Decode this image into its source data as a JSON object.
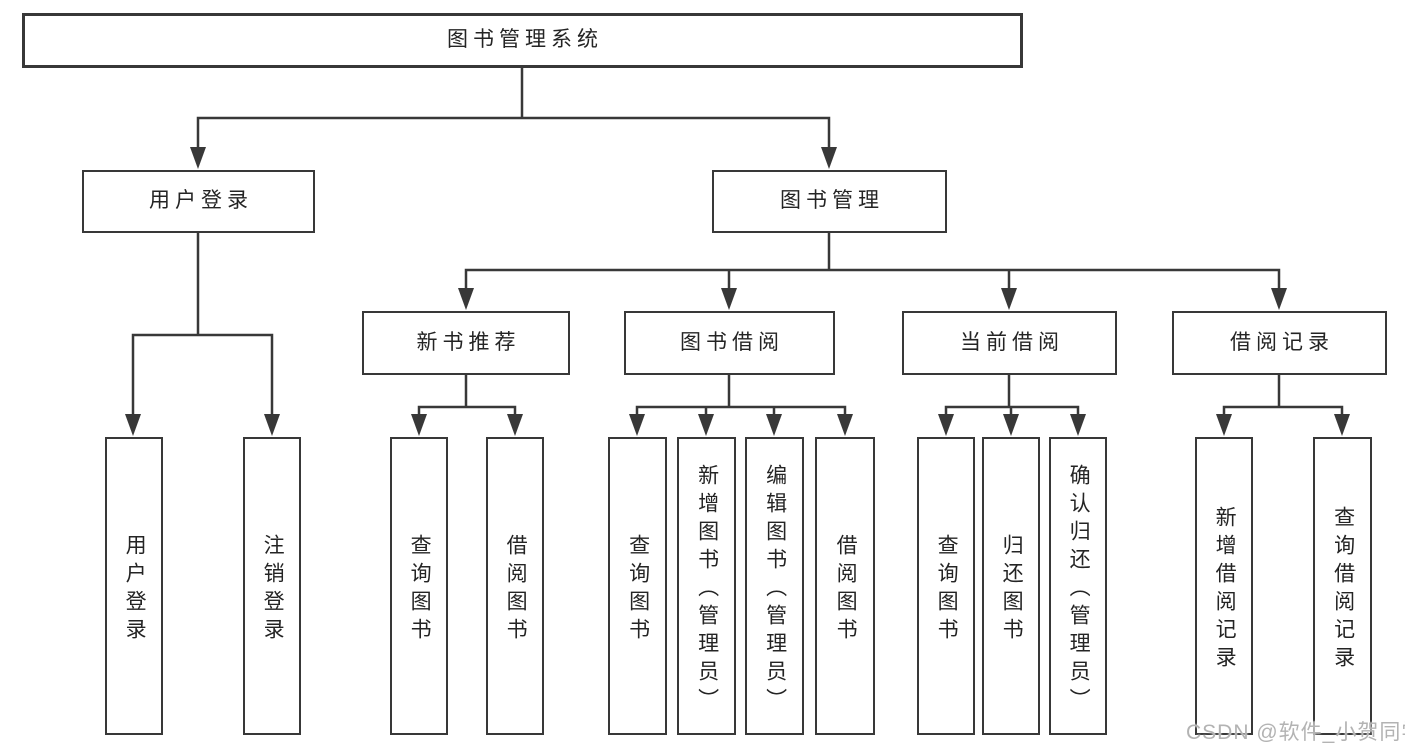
{
  "diagram": {
    "root": {
      "label": "图书管理系统"
    },
    "branches": [
      {
        "label": "用户登录",
        "children": [
          "用户登录",
          "注销登录"
        ]
      },
      {
        "label": "图书管理",
        "sections": [
          {
            "label": "新书推荐",
            "children": [
              "查询图书",
              "借阅图书"
            ]
          },
          {
            "label": "图书借阅",
            "children": [
              "查询图书",
              "新增图书（管理员）",
              "编辑图书（管理员）",
              "借阅图书"
            ]
          },
          {
            "label": "当前借阅",
            "children": [
              "查询图书",
              "归还图书",
              "确认归还（管理员）"
            ]
          },
          {
            "label": "借阅记录",
            "children": [
              "新增借阅记录",
              "查询借阅记录"
            ]
          }
        ]
      }
    ]
  },
  "watermark": {
    "text": "CSDN @软件_小贺同学"
  },
  "colors": {
    "line": "#383838",
    "box_border": "#383838",
    "text": "#242424",
    "background": "#ffffff",
    "watermark": "#b3b3b3"
  }
}
